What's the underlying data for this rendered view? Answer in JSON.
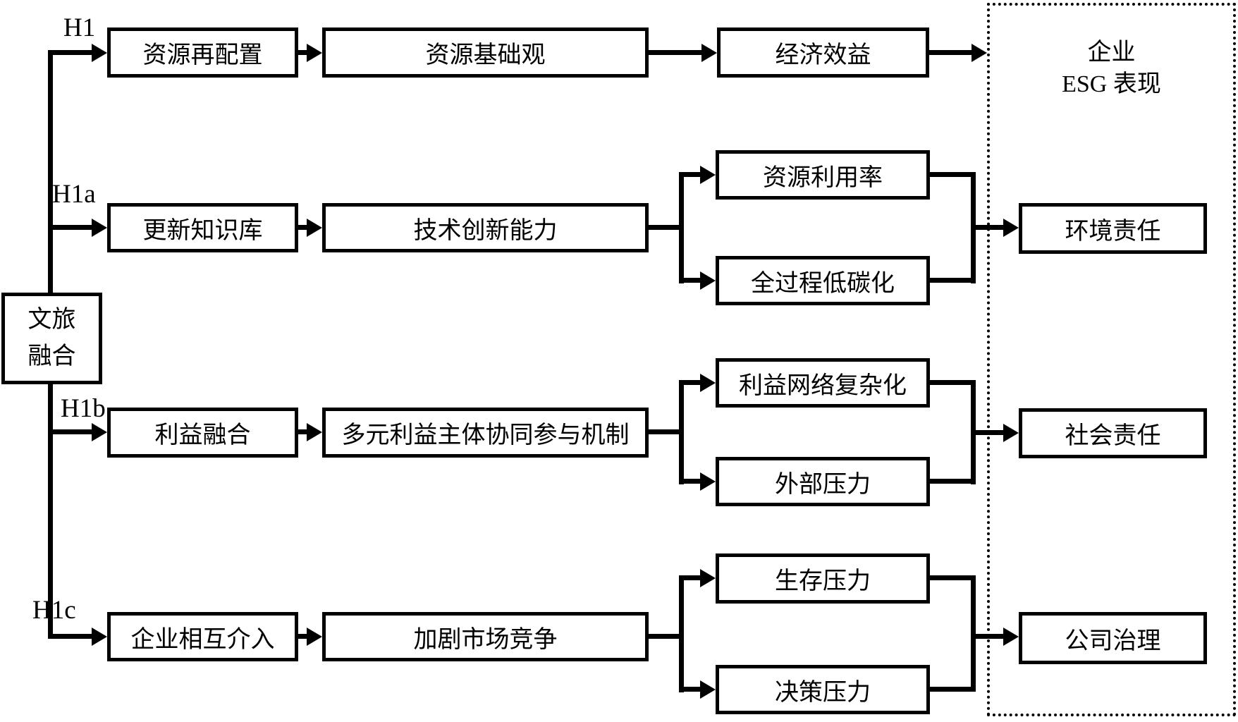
{
  "source_box": {
    "line1": "文旅",
    "line2": "融合"
  },
  "esg_panel": {
    "title_line1": "企业",
    "title_line2": "ESG 表现"
  },
  "hypotheses": {
    "h1": {
      "label": "H1",
      "step1": "资源再配置",
      "step2": "资源基础观",
      "step3": "经济效益"
    },
    "h1a": {
      "label": "H1a",
      "step1": "更新知识库",
      "step2": "技术创新能力",
      "branch1": "资源利用率",
      "branch2": "全过程低碳化",
      "outcome": "环境责任"
    },
    "h1b": {
      "label": "H1b",
      "step1": "利益融合",
      "step2": "多元利益主体协同参与机制",
      "branch1": "利益网络复杂化",
      "branch2": "外部压力",
      "outcome": "社会责任"
    },
    "h1c": {
      "label": "H1c",
      "step1": "企业相互介入",
      "step2": "加剧市场竞争",
      "branch1": "生存压力",
      "branch2": "决策压力",
      "outcome": "公司治理"
    }
  },
  "colors": {
    "line": "#000000",
    "background": "#ffffff"
  }
}
